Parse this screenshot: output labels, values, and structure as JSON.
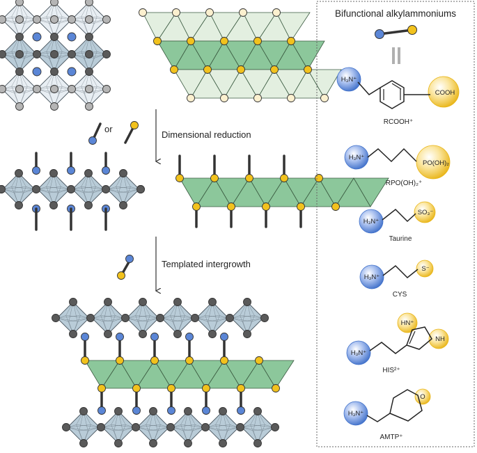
{
  "labels": {
    "or": "or",
    "dimensional_reduction": "Dimensional reduction",
    "templated_intergrowth": "Templated intergrowth"
  },
  "panel": {
    "title": "Bifunctional alkylammoniums",
    "molecules": [
      {
        "name": "RCOOH⁺",
        "amine_group": "H₃N⁺",
        "end_group": "COOH"
      },
      {
        "name": "RPO(OH)₂⁺",
        "amine_group": "H₃N⁺",
        "end_group": "PO(OH)₂"
      },
      {
        "name": "Taurine",
        "amine_group": "H₃N⁺",
        "end_group": "SO₃⁻"
      },
      {
        "name": "CYS",
        "amine_group": "H₃N⁺",
        "end_group": "S⁻"
      },
      {
        "name": "HIS²⁺",
        "amine_group": "H₃N⁺",
        "end_group_1": "HN⁺",
        "end_group_2": "NH"
      },
      {
        "name": "AMTP⁺",
        "amine_group": "H₃N⁺",
        "end_group": "O"
      }
    ]
  },
  "colors": {
    "octahedron_light": "#e8eef3",
    "octahedron_mid": "#b9ccd8",
    "octahedron_stroke": "#4a5660",
    "node_dark": "#5a5a5a",
    "node_light": "#b5b5b5",
    "cation_blue": "#5b86d6",
    "triangle_light": "#e3efe0",
    "triangle_green": "#8cc79b",
    "node_yellow": "#f2c21d",
    "node_cream": "#fbf0cf",
    "bond": "#333333",
    "panel_border": "#666666"
  }
}
